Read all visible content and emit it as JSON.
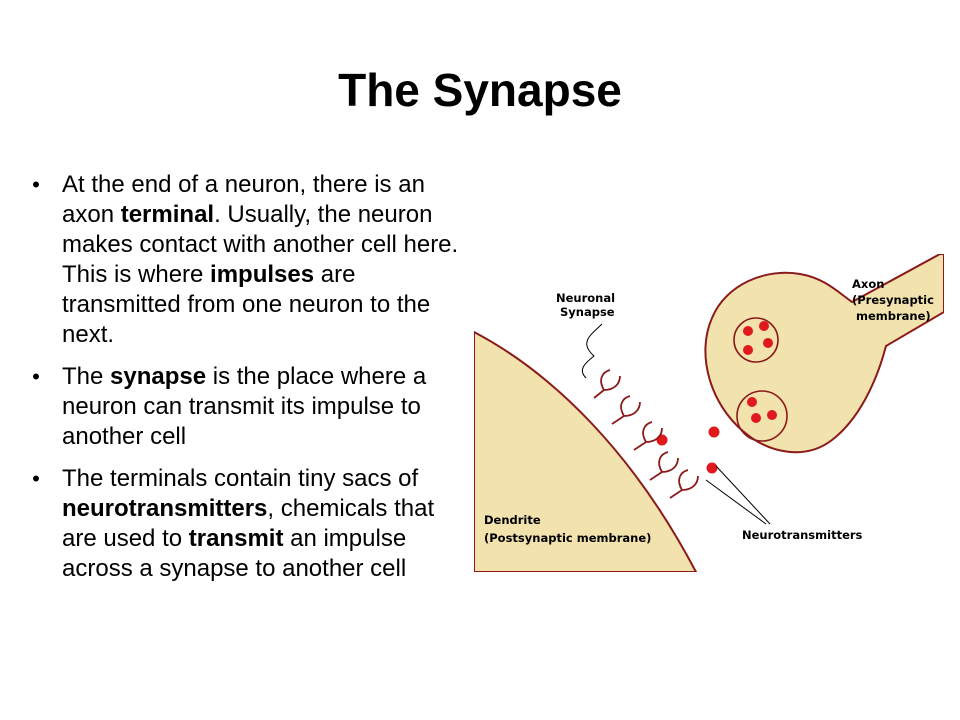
{
  "slide": {
    "title": "The Synapse",
    "bullets": [
      {
        "parts": [
          {
            "text": "At the end of a neuron, there is an axon ",
            "bold": false
          },
          {
            "text": "terminal",
            "bold": true
          },
          {
            "text": ". Usually, the neuron makes contact with another cell here.  This is where ",
            "bold": false
          },
          {
            "text": "impulses",
            "bold": true
          },
          {
            "text": " are transmitted from one neuron to the next.",
            "bold": false
          }
        ]
      },
      {
        "parts": [
          {
            "text": "The ",
            "bold": false
          },
          {
            "text": "synapse",
            "bold": true
          },
          {
            "text": " is the place where a neuron can transmit its impulse to another cell",
            "bold": false
          }
        ]
      },
      {
        "parts": [
          {
            "text": "The terminals contain tiny sacs of ",
            "bold": false
          },
          {
            "text": "neurotransmitters",
            "bold": true
          },
          {
            "text": ", chemicals that are used to ",
            "bold": false
          },
          {
            "text": "transmit",
            "bold": true
          },
          {
            "text": " an impulse across a synapse to another cell",
            "bold": false
          }
        ]
      }
    ]
  },
  "diagram": {
    "labels": {
      "synapse_line1": "Neuronal",
      "synapse_line2": "Synapse",
      "axon_line1": "Axon",
      "axon_line2": "(Presynaptic",
      "axon_line3": "membrane)",
      "dendrite_line1": "Dendrite",
      "dendrite_line2": "(Postsynaptic membrane)",
      "neurotransmitters": "Neurotransmitters"
    },
    "colors": {
      "cell_fill": "#f1e2ae",
      "outline": "#8b1a1a",
      "neurotransmitter": "#e0191e"
    }
  }
}
